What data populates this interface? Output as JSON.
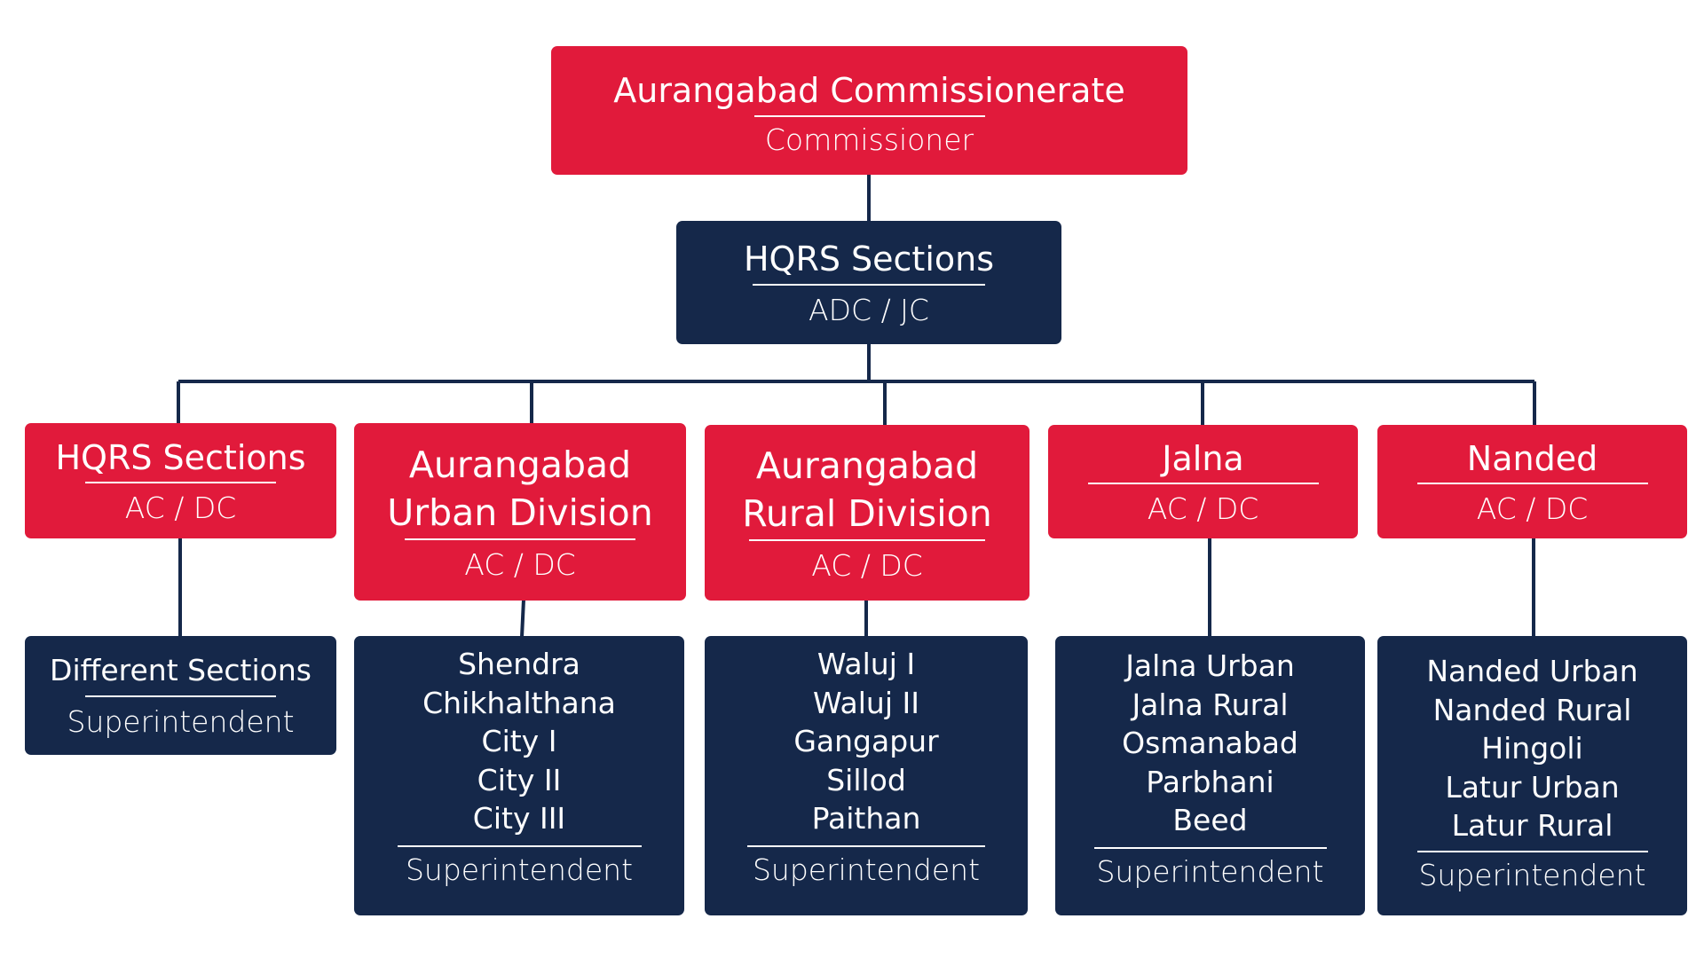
{
  "colors": {
    "accent_red": "#e11a3b",
    "navy": "#15284a",
    "connector": "#15284a",
    "text": "#ffffff"
  },
  "root": {
    "title": "Aurangabad Commissionerate",
    "role": "Commissioner"
  },
  "hq": {
    "title": "HQRS Sections",
    "role": "ADC / JC"
  },
  "branches": [
    {
      "title_lines": [
        "HQRS Sections"
      ],
      "role": "AC / DC",
      "child": {
        "title": "Different Sections",
        "role": "Superintendent"
      }
    },
    {
      "title_lines": [
        "Aurangabad",
        "Urban Division"
      ],
      "role": "AC / DC",
      "child": {
        "items": [
          "Shendra",
          "Chikhalthana",
          "City I",
          "City II",
          "City III"
        ],
        "role": "Superintendent"
      }
    },
    {
      "title_lines": [
        "Aurangabad",
        "Rural Division"
      ],
      "role": "AC / DC",
      "child": {
        "items": [
          "Waluj I",
          "Waluj II",
          "Gangapur",
          "Sillod",
          "Paithan"
        ],
        "role": "Superintendent"
      }
    },
    {
      "title_lines": [
        "Jalna"
      ],
      "role": "AC / DC",
      "child": {
        "items": [
          "Jalna Urban",
          "Jalna Rural",
          "Osmanabad",
          "Parbhani",
          "Beed"
        ],
        "role": "Superintendent"
      }
    },
    {
      "title_lines": [
        "Nanded"
      ],
      "role": "AC / DC",
      "child": {
        "items": [
          "Nanded Urban",
          "Nanded Rural",
          "Hingoli",
          "Latur Urban",
          "Latur Rural"
        ],
        "role": "Superintendent"
      }
    }
  ]
}
